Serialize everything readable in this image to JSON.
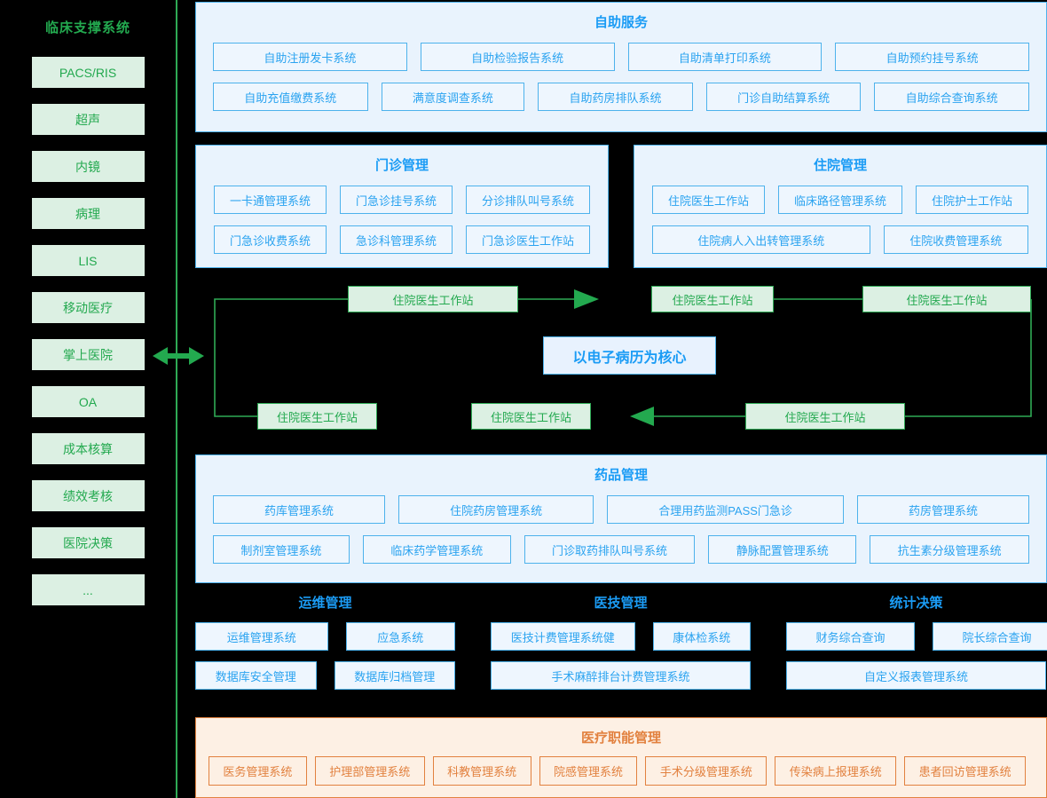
{
  "sidebar": {
    "title": "临床支撑系统",
    "items": [
      {
        "label": "PACS/RIS"
      },
      {
        "label": "超声"
      },
      {
        "label": "内镜"
      },
      {
        "label": "病理"
      },
      {
        "label": "LIS"
      },
      {
        "label": "移动医疗"
      },
      {
        "label": "掌上医院"
      },
      {
        "label": "OA"
      },
      {
        "label": "成本核算"
      },
      {
        "label": "绩效考核"
      },
      {
        "label": "医院决策"
      },
      {
        "label": "..."
      }
    ]
  },
  "connector": {
    "icon": "double-arrow-horizontal-icon"
  },
  "self_service": {
    "title": "自助服务",
    "row1": [
      "自助注册发卡系统",
      "自助检验报告系统",
      "自助清单打印系统",
      "自助预约挂号系统"
    ],
    "row2": [
      "自助充值缴费系统",
      "满意度调查系统",
      "自助药房排队系统",
      "门诊自助结算系统",
      "自助综合查询系统"
    ]
  },
  "outpatient": {
    "title": "门诊管理",
    "row1": [
      "一卡通管理系统",
      "门急诊挂号系统",
      "分诊排队叫号系统"
    ],
    "row2": [
      "门急诊收费系统",
      "急诊科管理系统",
      "门急诊医生工作站"
    ]
  },
  "inpatient": {
    "title": "住院管理",
    "row1": [
      "住院医生工作站",
      "临床路径管理系统",
      "住院护士工作站"
    ],
    "row2": [
      "住院病人入出转管理系统",
      "住院收费管理系统"
    ]
  },
  "cycle": {
    "core_label": "以电子病历为核心",
    "nodes": [
      {
        "id": "top-left",
        "label": "住院医生工作站"
      },
      {
        "id": "top-mid",
        "label": "住院医生工作站"
      },
      {
        "id": "top-right",
        "label": "住院医生工作站"
      },
      {
        "id": "bottom-right",
        "label": "住院医生工作站"
      },
      {
        "id": "bottom-mid",
        "label": "住院医生工作站"
      },
      {
        "id": "bottom-left",
        "label": "住院医生工作站"
      }
    ]
  },
  "drug": {
    "title": "药品管理",
    "row1": [
      "药库管理系统",
      "住院药房管理系统",
      "合理用药监测PASS门急诊",
      "药房管理系统"
    ],
    "row2": [
      "制剂室管理系统",
      "临床药学管理系统",
      "门诊取药排队叫号系统",
      "静脉配置管理系统",
      "抗生素分级管理系统"
    ]
  },
  "operations": {
    "title": "运维管理",
    "row1": [
      "运维管理系统",
      "应急系统"
    ],
    "row2": [
      "数据库安全管理",
      "数据库归档管理"
    ]
  },
  "medtech": {
    "title": "医技管理",
    "row1": [
      "医技计费管理系统健",
      "康体检系统"
    ],
    "row2": [
      "手术麻醉排台计费管理系统"
    ]
  },
  "statistics": {
    "title": "统计决策",
    "row1": [
      "财务综合查询",
      "院长综合查询"
    ],
    "row2": [
      "自定义报表管理系统"
    ]
  },
  "medical_function": {
    "title": "医疗职能管理",
    "items": [
      "医务管理系统",
      "护理部管理系统",
      "科教管理系统",
      "院感管理系统",
      "手术分级管理系统",
      "传染病上报理系统",
      "患者回访管理系统"
    ]
  },
  "colors": {
    "background": "#000000",
    "green_accent": "#23a94f",
    "green_fill": "#dcf0e3",
    "blue_accent": "#1b9cf5",
    "blue_border": "#4db2ec",
    "blue_panel_fill": "#e9f3fd",
    "orange_accent": "#e2813f",
    "orange_fill": "#fdf0e4"
  }
}
